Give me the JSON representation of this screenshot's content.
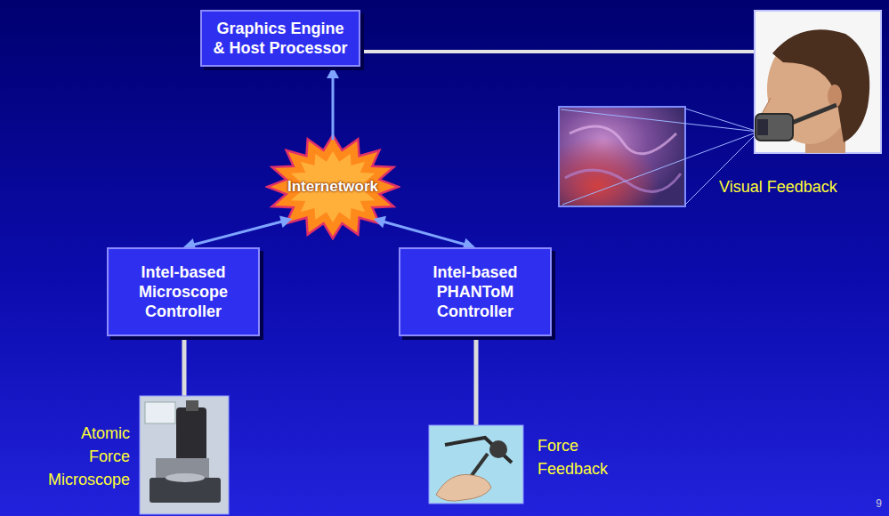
{
  "diagram": {
    "nodes": [
      {
        "text": [
          "Graphics Engine & Host Processor"
        ]
      },
      {
        "text": [
          "Internetwork"
        ]
      },
      {
        "text": [
          "Intel-based Microscope Controller"
        ]
      },
      {
        "text": [
          "Intel-based PHANToM Controller"
        ]
      }
    ],
    "edges": [
      {
        "from": 1,
        "to": 0,
        "arrow": "to"
      },
      {
        "from": 1,
        "to": 2,
        "arrow": "both"
      },
      {
        "from": 1,
        "to": 3,
        "arrow": "both"
      }
    ],
    "labels": [
      "Visual Feedback",
      "Atomic Force Microscope",
      "Force Feedback",
      "9"
    ]
  }
}
